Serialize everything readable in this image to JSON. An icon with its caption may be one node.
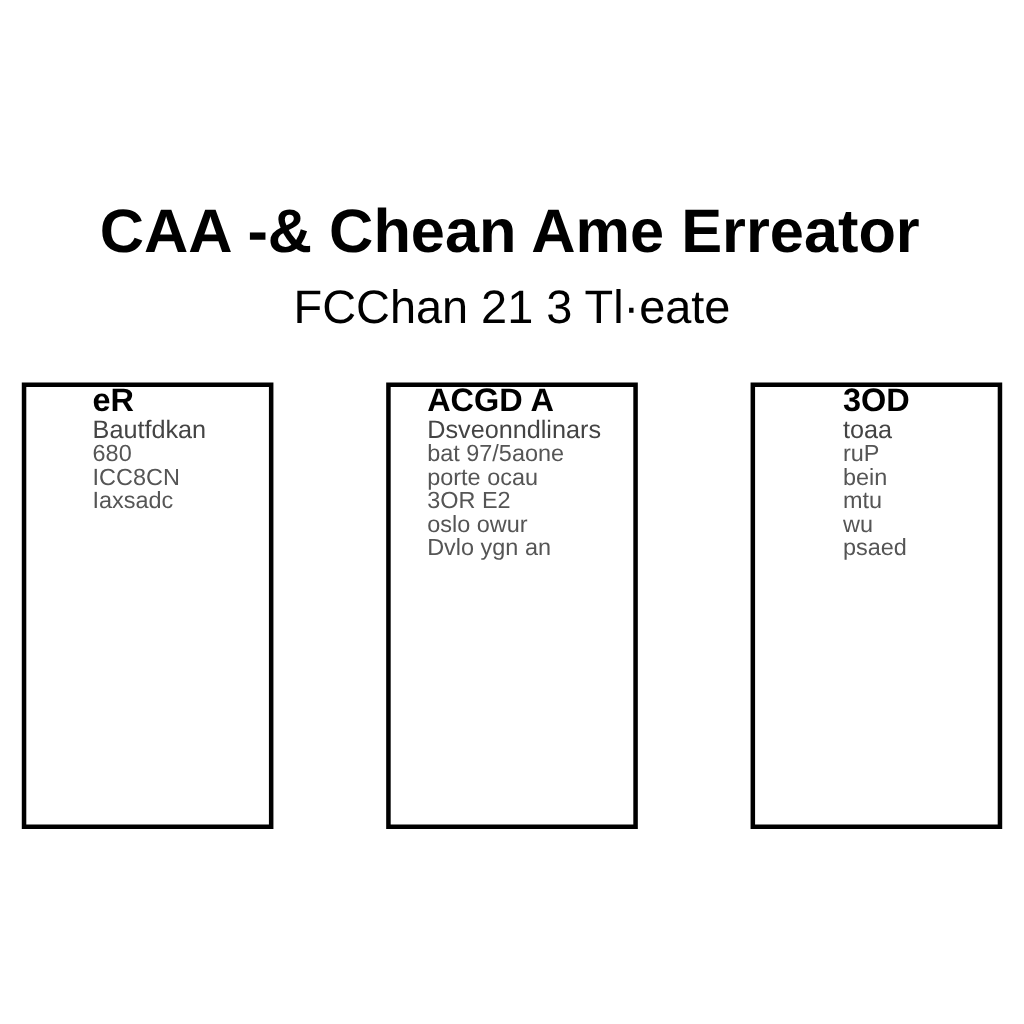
{
  "diagram": {
    "title": "CAA -& Chean Ame Erreator",
    "nodes": [
      {
        "text": [
          "eR",
          "Bautfdkan",
          "680",
          "ICC8CN",
          "Iaxsadc"
        ]
      },
      {
        "text": [
          "ACGD A",
          "Dsveonndlinars",
          "bat 97/5aone",
          "porte ocau",
          "3OR E2",
          "oslo owur",
          "Dvlo ygn an"
        ]
      },
      {
        "text": [
          "3OD",
          "toaa",
          "ruP",
          "bein",
          "mtu",
          "wu",
          "psaed"
        ]
      }
    ],
    "labels": [
      "FCChan 21 3 Tl·eate"
    ]
  }
}
